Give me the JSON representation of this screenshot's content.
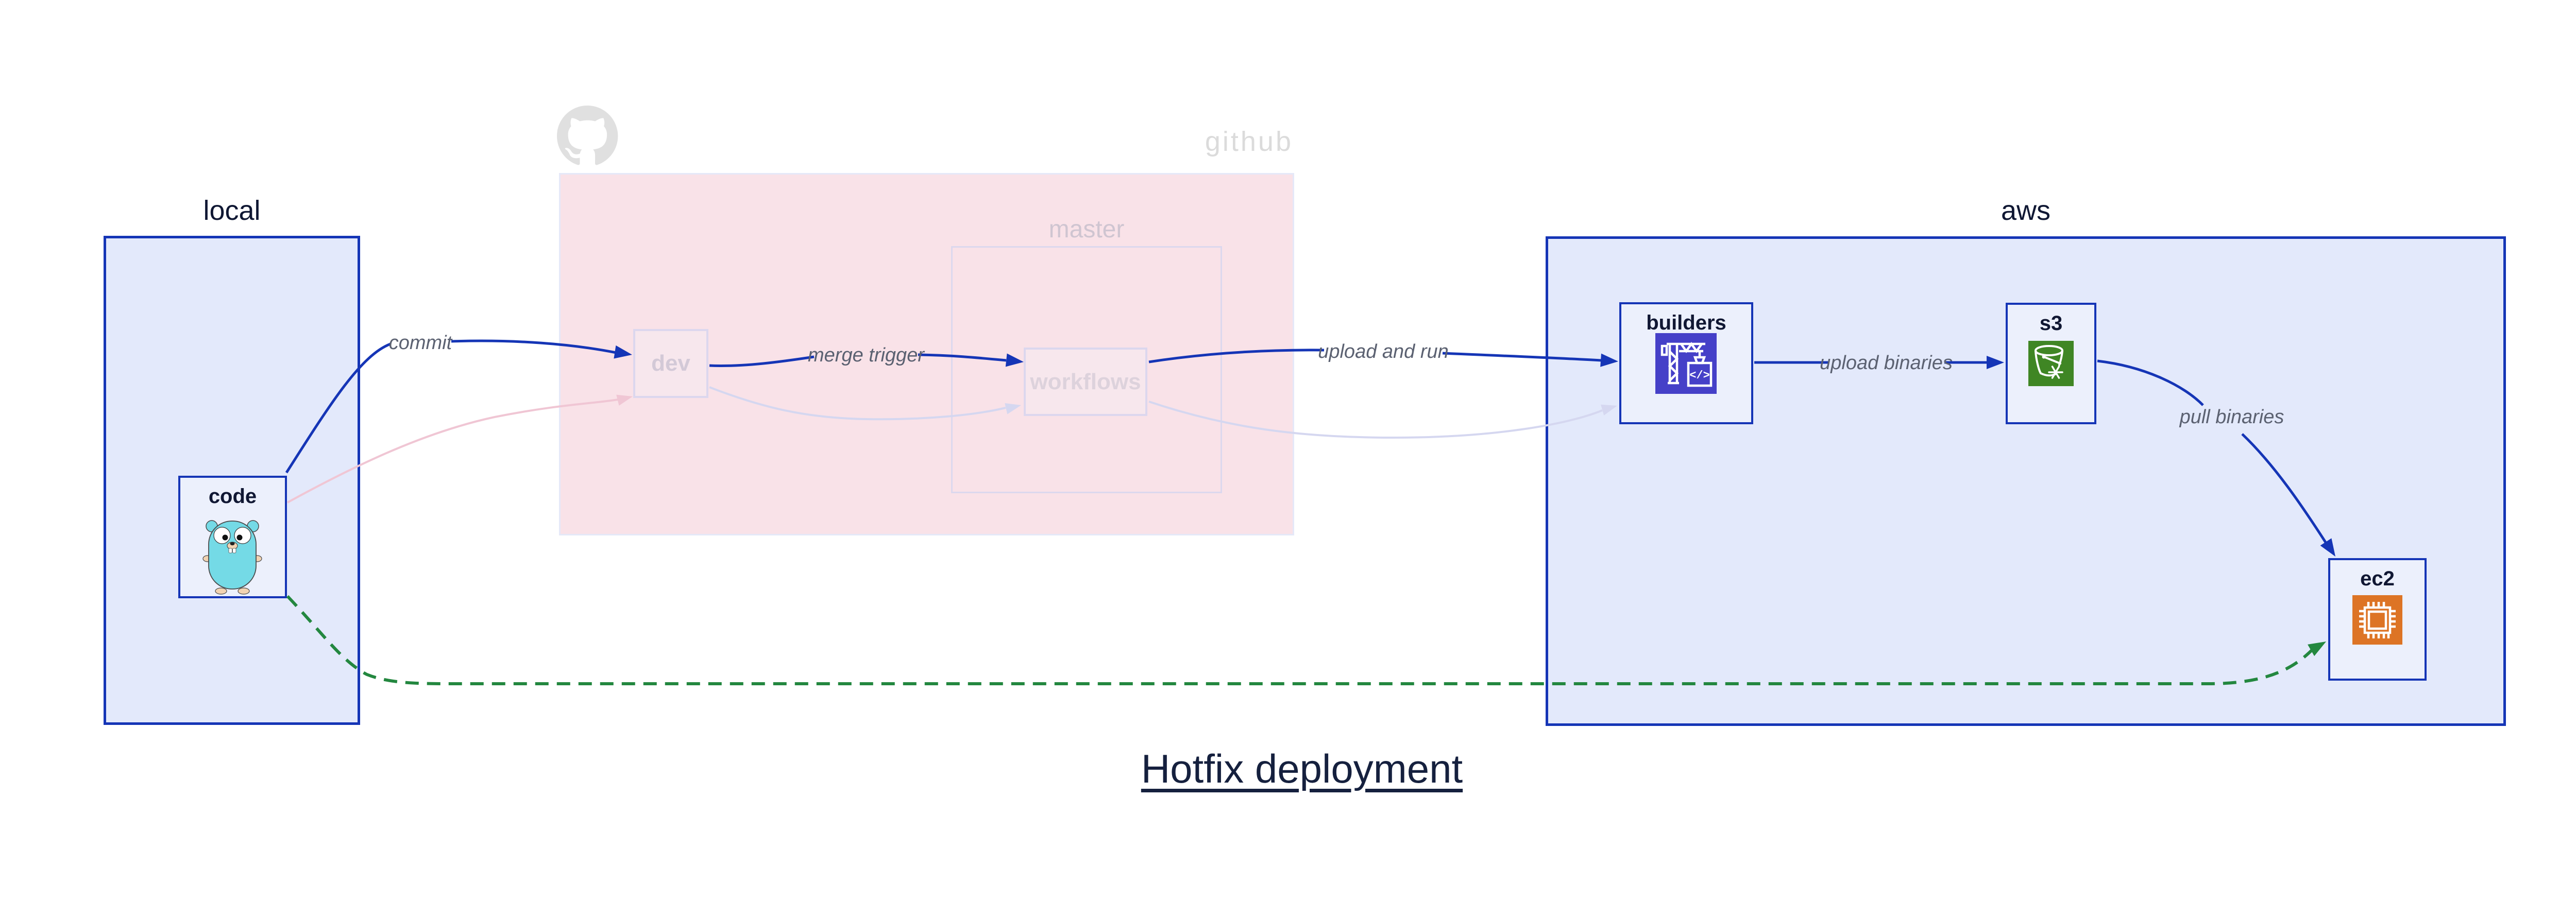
{
  "title": {
    "text": "Hotfix deployment"
  },
  "groups": {
    "local": {
      "label": "local"
    },
    "github": {
      "label": "github"
    },
    "master": {
      "label": "master"
    },
    "aws": {
      "label": "aws"
    }
  },
  "nodes": {
    "code": {
      "label": "code",
      "icon": "go-gopher-icon"
    },
    "dev": {
      "label": "dev"
    },
    "workflows": {
      "label": "workflows"
    },
    "builders": {
      "label": "builders",
      "icon": "codebuild-crane-icon",
      "icon_code_text": "</>"
    },
    "s3": {
      "label": "s3",
      "icon": "s3-glacier-bucket-icon"
    },
    "ec2": {
      "label": "ec2",
      "icon": "cpu-chip-icon"
    }
  },
  "edges": {
    "commit": {
      "label": "commit",
      "from": "code",
      "to": "dev",
      "style": "solid-blue"
    },
    "merge_trigger": {
      "label": "merge trigger",
      "from": "dev",
      "to": "workflows",
      "style": "solid-blue"
    },
    "upload_and_run": {
      "label": "upload and run",
      "from": "workflows",
      "to": "builders",
      "style": "solid-blue"
    },
    "upload_binaries": {
      "label": "upload binaries",
      "from": "builders",
      "to": "s3",
      "style": "solid-blue"
    },
    "pull_binaries": {
      "label": "pull binaries",
      "from": "s3",
      "to": "ec2",
      "style": "solid-blue"
    },
    "hotfix_path": {
      "label": "",
      "from": "code",
      "to": "ec2",
      "style": "dashed-green"
    },
    "faded_code_dev": {
      "label": "",
      "from": "code",
      "to": "dev",
      "style": "faded-pink"
    },
    "faded_dev_workflows": {
      "label": "",
      "from": "dev",
      "to": "workflows",
      "style": "faded-lavender"
    },
    "faded_workflows_builders": {
      "label": "",
      "from": "workflows",
      "to": "builders",
      "style": "faded-lavender"
    }
  },
  "colors": {
    "edge_blue": "#1535b6",
    "edge_green": "#23873f",
    "edge_faded_pink": "#f0c6d4",
    "edge_faded_lavender": "#d5d7f0",
    "container_blue_fill": "#e3e9fb",
    "github_pink_fill": "#f9e2e8",
    "codebuild_icon_bg": "#4540c8",
    "s3_icon_bg": "#3f8624",
    "ec2_icon_bg": "#dd7425",
    "github_logo_gray": "#e0e0e0",
    "gopher_teal": "#74dae6",
    "label_navy": "#0f1733",
    "edge_label_gray": "#5b6171",
    "faded_label": "#d3c9d7"
  }
}
